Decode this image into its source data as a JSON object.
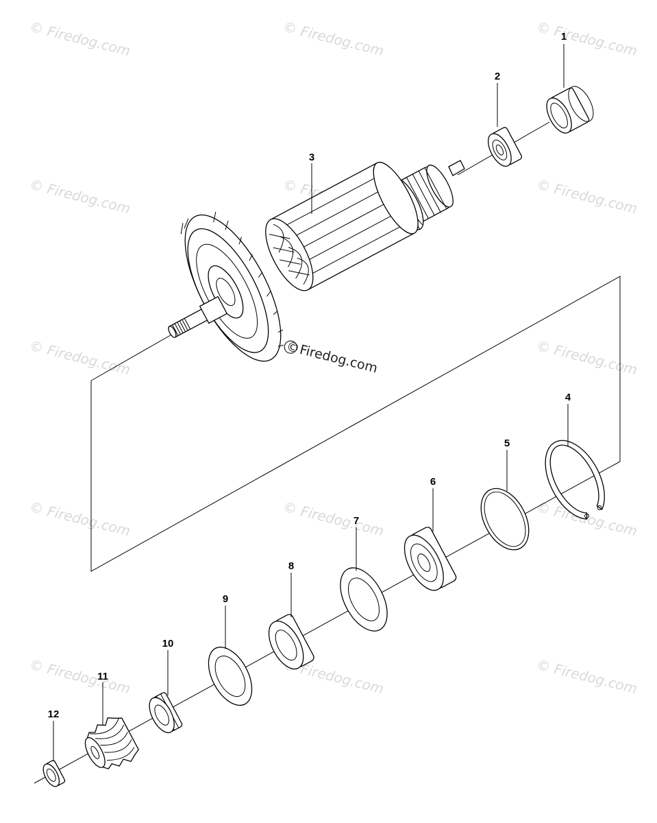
{
  "watermark": "© Firedog.com",
  "center_watermark_symbol": "©",
  "center_watermark_text": "Firedog.com",
  "callouts": [
    "1",
    "2",
    "3",
    "4",
    "5",
    "6",
    "7",
    "8",
    "9",
    "10",
    "11",
    "12"
  ],
  "parts": [
    {
      "label": "1",
      "icon": "bearing-cap-icon"
    },
    {
      "label": "2",
      "icon": "ball-bearing-icon"
    },
    {
      "label": "3",
      "icon": "armature-rotor-icon"
    },
    {
      "label": "4",
      "icon": "circlip-ring-icon"
    },
    {
      "label": "5",
      "icon": "oring-icon"
    },
    {
      "label": "6",
      "icon": "ball-bearing-icon"
    },
    {
      "label": "7",
      "icon": "washer-icon"
    },
    {
      "label": "8",
      "icon": "sleeve-icon"
    },
    {
      "label": "9",
      "icon": "washer-icon"
    },
    {
      "label": "10",
      "icon": "spacer-ring-icon"
    },
    {
      "label": "11",
      "icon": "pinion-gear-icon"
    },
    {
      "label": "12",
      "icon": "nut-icon"
    }
  ]
}
